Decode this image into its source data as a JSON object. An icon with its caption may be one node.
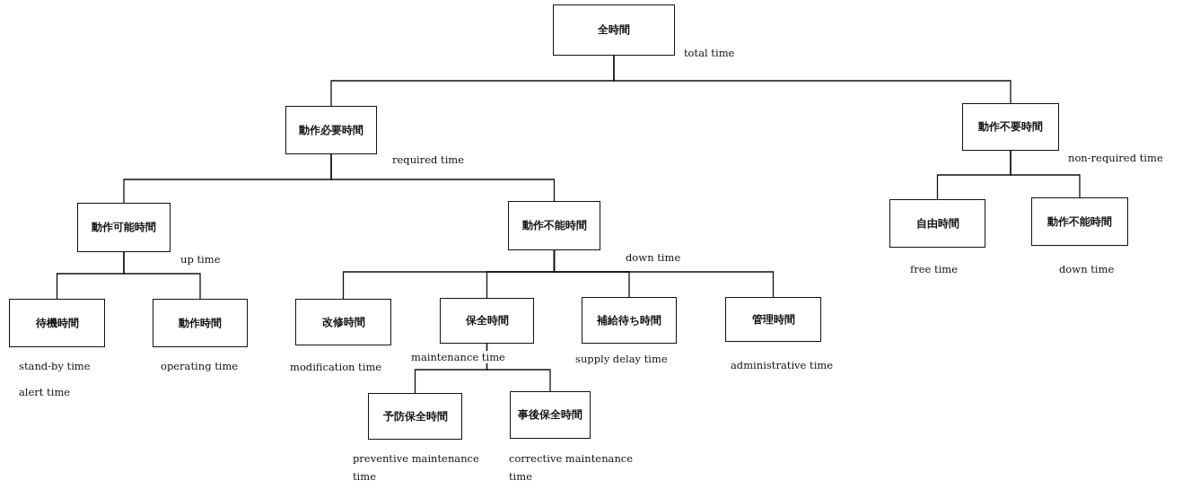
{
  "diagram": {
    "nodes": [
      {
        "text": [
          "全時間"
        ],
        "beside": [
          "total time"
        ]
      },
      {
        "text": [
          "動作必要時間"
        ],
        "beside": [
          "required time"
        ]
      },
      {
        "text": [
          "動作不要時間"
        ],
        "beside": [
          "non-required time"
        ]
      },
      {
        "text": [
          "動作可能時間"
        ],
        "beside": [
          "up time"
        ]
      },
      {
        "text": [
          "動作不能時間"
        ],
        "beside": [
          "down time"
        ]
      },
      {
        "text": [
          "自由時間"
        ],
        "beside": [
          "free time"
        ]
      },
      {
        "text": [
          "動作不能時間"
        ],
        "beside": [
          "down time"
        ]
      },
      {
        "text": [
          "待機時間"
        ],
        "beside": [
          "stand-by time",
          "alert time"
        ]
      },
      {
        "text": [
          "動作時間"
        ],
        "beside": [
          "operating time"
        ]
      },
      {
        "text": [
          "改修時間"
        ],
        "beside": [
          "modification time"
        ]
      },
      {
        "text": [
          "保全時間"
        ],
        "beside": [
          "maintenance time"
        ]
      },
      {
        "text": [
          "補給待ち時間"
        ],
        "beside": [
          "supply delay time"
        ]
      },
      {
        "text": [
          "管理時間"
        ],
        "beside": [
          "administrative time"
        ]
      },
      {
        "text": [
          "予防保全時間"
        ],
        "beside": [
          "preventive maintenance time"
        ]
      },
      {
        "text": [
          "事後保全時間"
        ],
        "beside": [
          "corrective maintenance time"
        ]
      }
    ],
    "edges": [
      {
        "from": 0,
        "to": 1,
        "arrow": "none"
      },
      {
        "from": 0,
        "to": 2,
        "arrow": "none"
      },
      {
        "from": 1,
        "to": 3,
        "arrow": "none"
      },
      {
        "from": 1,
        "to": 4,
        "arrow": "none"
      },
      {
        "from": 2,
        "to": 5,
        "arrow": "none"
      },
      {
        "from": 2,
        "to": 6,
        "arrow": "none"
      },
      {
        "from": 3,
        "to": 7,
        "arrow": "none"
      },
      {
        "from": 3,
        "to": 8,
        "arrow": "none"
      },
      {
        "from": 4,
        "to": 9,
        "arrow": "none"
      },
      {
        "from": 4,
        "to": 10,
        "arrow": "none"
      },
      {
        "from": 4,
        "to": 11,
        "arrow": "none"
      },
      {
        "from": 4,
        "to": 12,
        "arrow": "none"
      },
      {
        "from": 10,
        "to": 13,
        "arrow": "none"
      },
      {
        "from": 10,
        "to": 14,
        "arrow": "none"
      }
    ]
  }
}
